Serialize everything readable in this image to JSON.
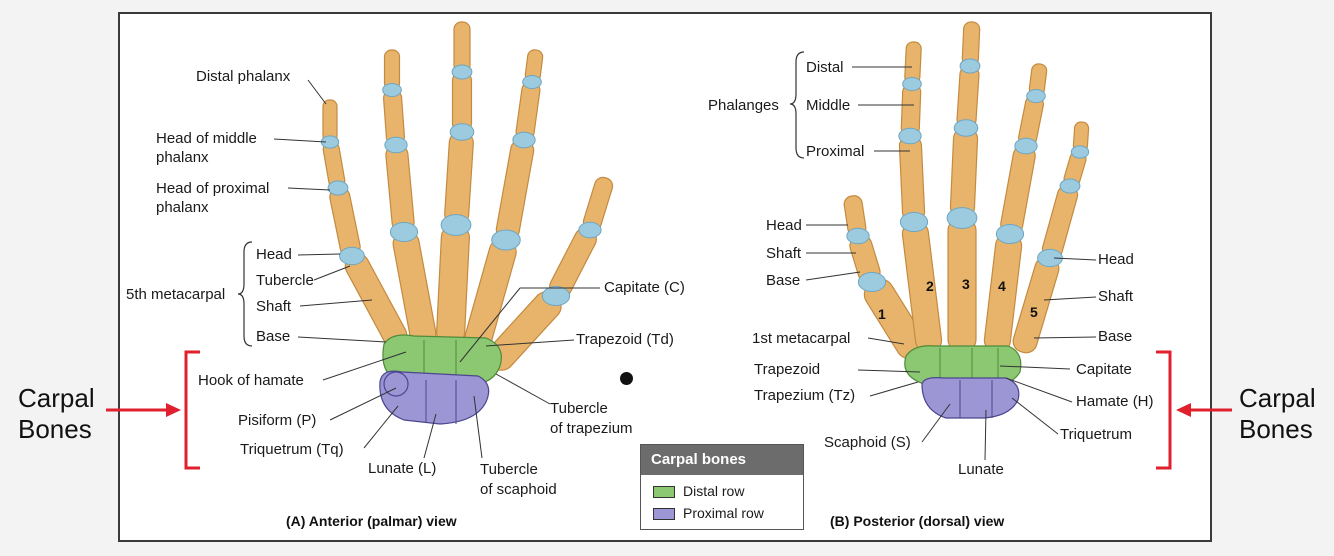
{
  "colors": {
    "bone": "#e8b46c",
    "bone_dark": "#c48a3f",
    "cartilage": "#9ccbe0",
    "distal_row": "#8cc872",
    "proximal_row": "#9c96d4",
    "bracket_red": "#e0202c",
    "legend_header": "#6c6c6c"
  },
  "side_labels": {
    "left": {
      "line1": "Carpal",
      "line2": "Bones"
    },
    "right": {
      "line1": "Carpal",
      "line2": "Bones"
    }
  },
  "anterior": {
    "caption": "(A)  Anterior (palmar) view",
    "labels": {
      "distal_phalanx": "Distal phalanx",
      "head_middle_1": "Head of middle",
      "head_middle_2": "phalanx",
      "head_proximal_1": "Head of proximal",
      "head_proximal_2": "phalanx",
      "fifth_metacarpal": "5th metacarpal",
      "head": "Head",
      "tubercle": "Tubercle",
      "shaft": "Shaft",
      "base": "Base",
      "hook_of_hamate": "Hook of hamate",
      "pisiform": "Pisiform (P)",
      "triquetrum": "Triquetrum (Tq)",
      "lunate": "Lunate (L)",
      "tubercle_scaphoid_1": "Tubercle",
      "tubercle_scaphoid_2": "of scaphoid",
      "tubercle_trapezium_1": "Tubercle",
      "tubercle_trapezium_2": "of trapezium",
      "capitate": "Capitate (C)",
      "trapezoid": "Trapezoid (Td)"
    }
  },
  "posterior": {
    "caption": "(B)  Posterior (dorsal) view",
    "labels": {
      "phalanges": "Phalanges",
      "distal": "Distal",
      "middle": "Middle",
      "proximal": "Proximal",
      "head_left": "Head",
      "shaft_left": "Shaft",
      "base_left": "Base",
      "first_metacarpal": "1st metacarpal",
      "trapezoid": "Trapezoid",
      "trapezium": "Trapezium (Tz)",
      "scaphoid": "Scaphoid (S)",
      "lunate": "Lunate",
      "head_right": "Head",
      "shaft_right": "Shaft",
      "base_right": "Base",
      "capitate": "Capitate",
      "hamate": "Hamate (H)",
      "triquetrum": "Triquetrum"
    },
    "metacarpal_numbers": [
      "1",
      "2",
      "3",
      "4",
      "5"
    ]
  },
  "legend": {
    "title": "Carpal bones",
    "items": [
      {
        "label": "Distal row",
        "color": "#8cc872"
      },
      {
        "label": "Proximal row",
        "color": "#9c96d4"
      }
    ]
  }
}
